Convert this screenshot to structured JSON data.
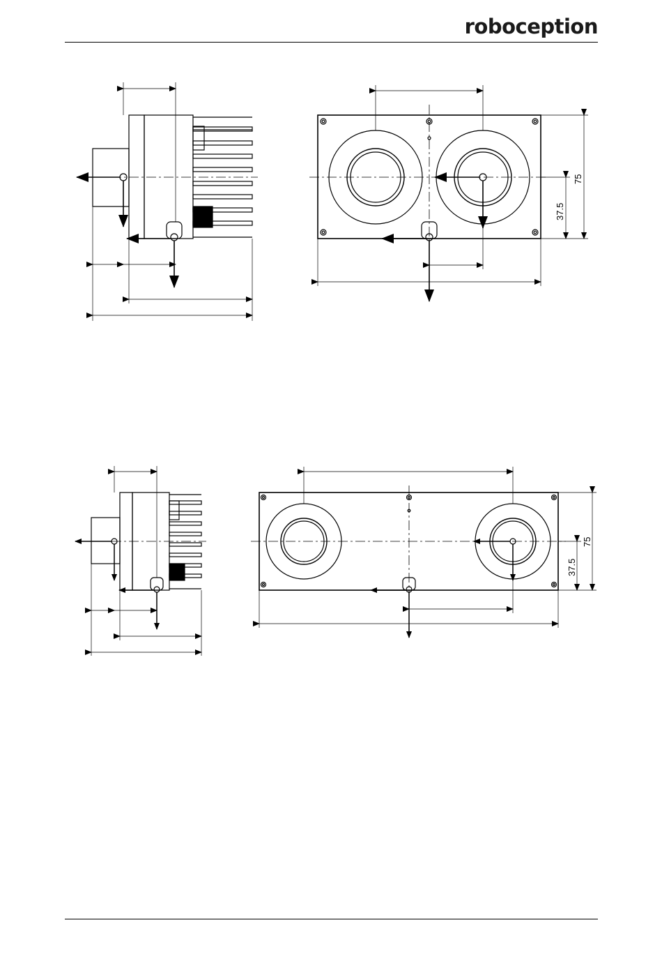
{
  "header": {
    "logo_text": "roboception"
  },
  "drawing_top": {
    "dim_small": "37.5",
    "dim_large": "75"
  },
  "drawing_bottom": {
    "dim_small": "37.5",
    "dim_large": "75"
  }
}
